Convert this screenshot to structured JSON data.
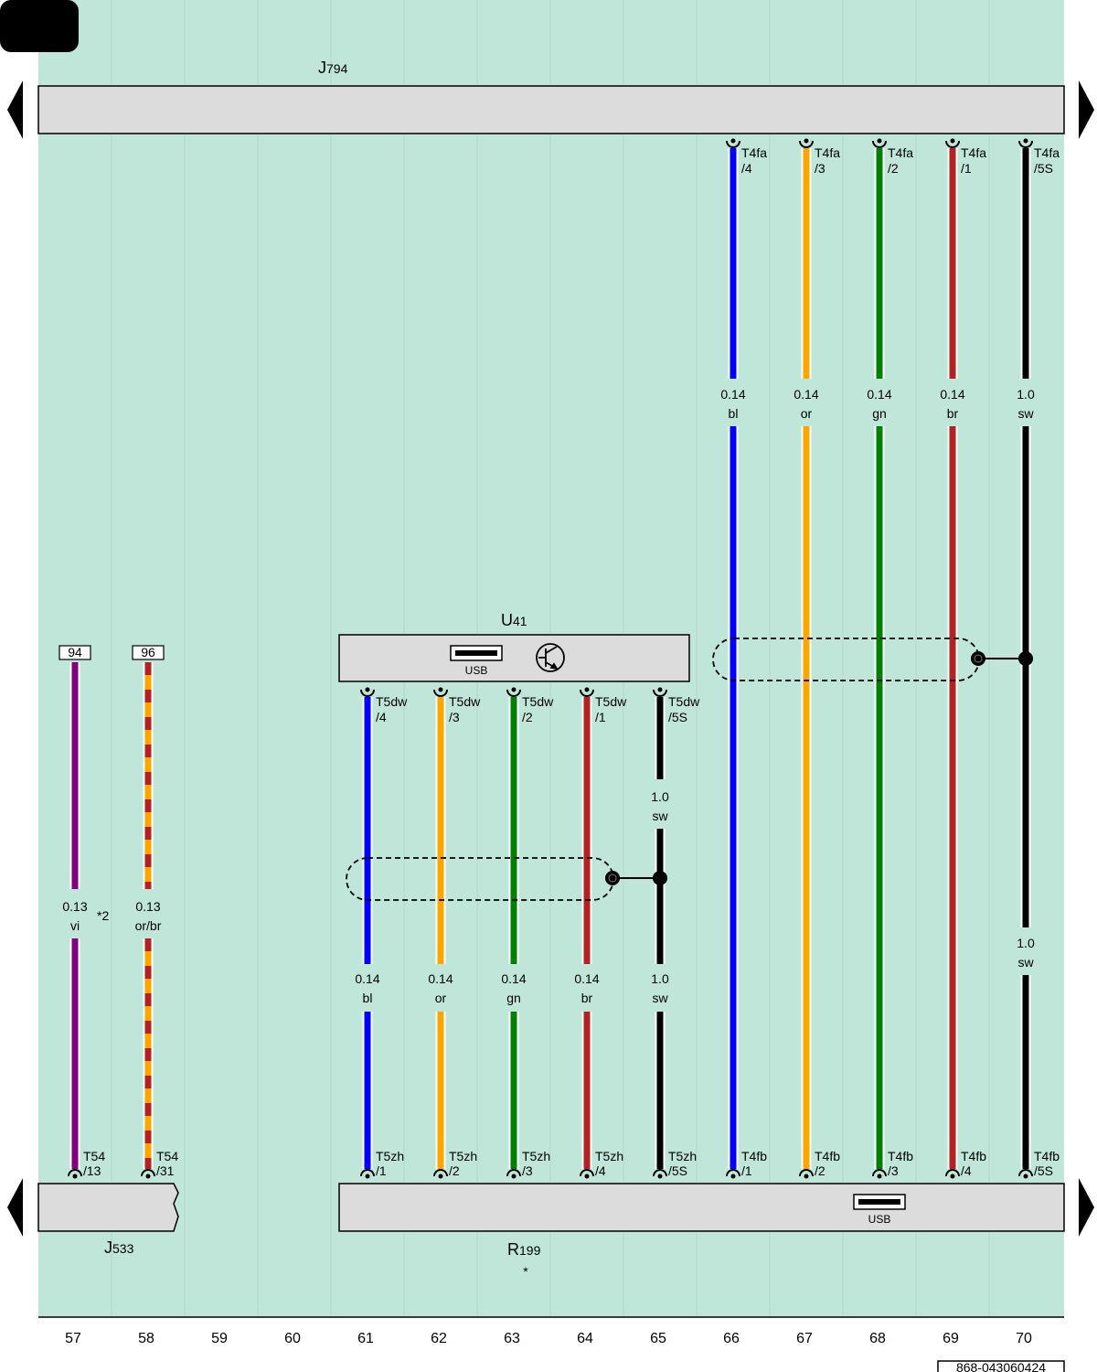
{
  "colors": {
    "background": "#c0e5d9",
    "component_fill": "#dcdcdc",
    "wire_bl": "#0000ff",
    "wire_or": "#ffa500",
    "wire_gn": "#008000",
    "wire_br": "#b22222",
    "wire_sw": "#000000",
    "wire_vi": "#800080"
  },
  "components": {
    "j794": {
      "prefix": "J",
      "sub": "794"
    },
    "u41": {
      "prefix": "U",
      "sub": "41",
      "usb_label": "USB"
    },
    "j533": {
      "prefix": "J",
      "sub": "533"
    },
    "r199": {
      "prefix": "R",
      "sub": "199",
      "note": "*",
      "usb_label": "USB"
    }
  },
  "wires": [
    {
      "id": "w57",
      "color": "vi",
      "size": "0.13",
      "label": "vi",
      "bottom_conn": "T54",
      "bottom_pin": "/13",
      "top_ref": "94",
      "note": "*2"
    },
    {
      "id": "w58",
      "color": "or/br",
      "size": "0.13",
      "label": "or/br",
      "bottom_conn": "T54",
      "bottom_pin": "/31",
      "top_ref": "96"
    },
    {
      "id": "w61",
      "color": "bl",
      "size": "0.14",
      "label": "bl",
      "top_conn": "T5dw",
      "top_pin": "/4",
      "bottom_conn": "T5zh",
      "bottom_pin": "/1"
    },
    {
      "id": "w62",
      "color": "or",
      "size": "0.14",
      "label": "or",
      "top_conn": "T5dw",
      "top_pin": "/3",
      "bottom_conn": "T5zh",
      "bottom_pin": "/2"
    },
    {
      "id": "w63",
      "color": "gn",
      "size": "0.14",
      "label": "gn",
      "top_conn": "T5dw",
      "top_pin": "/2",
      "bottom_conn": "T5zh",
      "bottom_pin": "/3"
    },
    {
      "id": "w64",
      "color": "br",
      "size": "0.14",
      "label": "br",
      "top_conn": "T5dw",
      "top_pin": "/1",
      "bottom_conn": "T5zh",
      "bottom_pin": "/4"
    },
    {
      "id": "w65",
      "color": "sw",
      "size": "1.0",
      "label": "sw",
      "upper_size": "1.0",
      "upper_label": "sw",
      "top_conn": "T5dw",
      "top_pin": "/5S",
      "bottom_conn": "T5zh",
      "bottom_pin": "/5S"
    },
    {
      "id": "w66",
      "color": "bl",
      "size": "0.14",
      "label": "bl",
      "top_conn": "T4fa",
      "top_pin": "/4",
      "bottom_conn": "T4fb",
      "bottom_pin": "/1"
    },
    {
      "id": "w67",
      "color": "or",
      "size": "0.14",
      "label": "or",
      "top_conn": "T4fa",
      "top_pin": "/3",
      "bottom_conn": "T4fb",
      "bottom_pin": "/2"
    },
    {
      "id": "w68",
      "color": "gn",
      "size": "0.14",
      "label": "gn",
      "top_conn": "T4fa",
      "top_pin": "/2",
      "bottom_conn": "T4fb",
      "bottom_pin": "/3"
    },
    {
      "id": "w69",
      "color": "br",
      "size": "0.14",
      "label": "br",
      "top_conn": "T4fa",
      "top_pin": "/1",
      "bottom_conn": "T4fb",
      "bottom_pin": "/4"
    },
    {
      "id": "w70",
      "color": "sw",
      "size": "1.0",
      "label": "sw",
      "lower_size": "1.0",
      "lower_label": "sw",
      "top_conn": "T4fa",
      "top_pin": "/5S",
      "bottom_conn": "T4fb",
      "bottom_pin": "/5S"
    }
  ],
  "grid_numbers": [
    "57",
    "58",
    "59",
    "60",
    "61",
    "62",
    "63",
    "64",
    "65",
    "66",
    "67",
    "68",
    "69",
    "70"
  ],
  "doc_number": "868-043060424"
}
